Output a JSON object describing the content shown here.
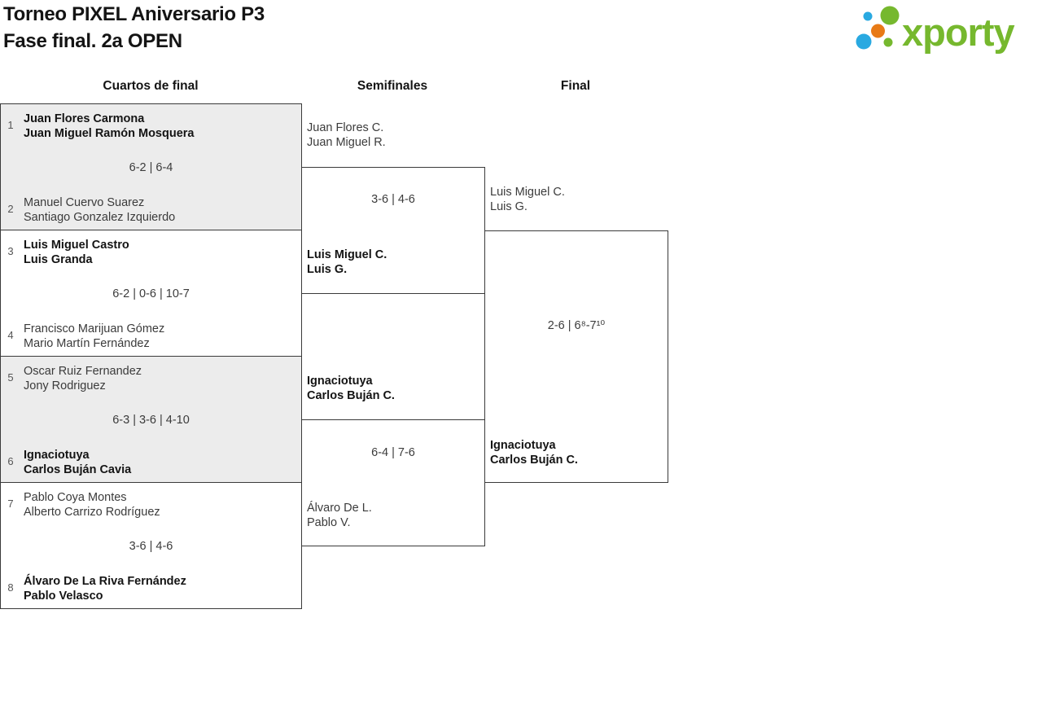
{
  "header": {
    "title_line1": "Torneo PIXEL Aniversario P3",
    "title_line2": "Fase final. 2a OPEN",
    "logo_text": "xporty"
  },
  "rounds": {
    "quarterfinals_label": "Cuartos de final",
    "semifinals_label": "Semifinales",
    "final_label": "Final"
  },
  "colors": {
    "logo_green": "#76b82e",
    "logo_blue": "#29a9e1",
    "logo_orange": "#e87a16",
    "match_alt_bg": "#ececec",
    "line": "#3a3a3a"
  },
  "quarterfinals": [
    {
      "top": {
        "seed": "1",
        "line1": "Juan Flores Carmona",
        "line2": "Juan Miguel Ramón Mosquera",
        "winner": true
      },
      "score": "6-2 | 6-4",
      "bottom": {
        "seed": "2",
        "line1": "Manuel Cuervo Suarez",
        "line2": "Santiago Gonzalez Izquierdo",
        "winner": false
      }
    },
    {
      "top": {
        "seed": "3",
        "line1": "Luis Miguel Castro",
        "line2": "Luis Granda",
        "winner": true
      },
      "score": "6-2 | 0-6 | 10-7",
      "bottom": {
        "seed": "4",
        "line1": "Francisco Marijuan Gómez",
        "line2": "Mario Martín Fernández",
        "winner": false
      }
    },
    {
      "top": {
        "seed": "5",
        "line1": "Oscar Ruiz Fernandez",
        "line2": "Jony Rodriguez",
        "winner": false
      },
      "score": "6-3 | 3-6 | 4-10",
      "bottom": {
        "seed": "6",
        "line1": "Ignaciotuya",
        "line2": "Carlos Buján Cavia",
        "winner": true
      }
    },
    {
      "top": {
        "seed": "7",
        "line1": "Pablo Coya Montes",
        "line2": "Alberto Carrizo Rodríguez",
        "winner": false
      },
      "score": "3-6 | 4-6",
      "bottom": {
        "seed": "8",
        "line1": "Álvaro De La Riva Fernández",
        "line2": "Pablo Velasco",
        "winner": true
      }
    }
  ],
  "semifinals": [
    {
      "top": {
        "line1": "Juan Flores C.",
        "line2": "Juan Miguel R.",
        "winner": false
      },
      "score": "3-6 | 4-6",
      "bottom": {
        "line1": "Luis Miguel C.",
        "line2": "Luis G.",
        "winner": true
      }
    },
    {
      "top": {
        "line1": "Ignaciotuya",
        "line2": "Carlos Buján C.",
        "winner": true
      },
      "score": "6-4 | 7-6",
      "bottom": {
        "line1": "Álvaro De L.",
        "line2": "Pablo V.",
        "winner": false
      }
    }
  ],
  "final": {
    "top": {
      "line1": "Luis Miguel C.",
      "line2": "Luis G.",
      "winner": false
    },
    "score": "2-6 | 6⁸-7¹⁰",
    "bottom": {
      "line1": "Ignaciotuya",
      "line2": "Carlos Buján C.",
      "winner": true
    }
  }
}
